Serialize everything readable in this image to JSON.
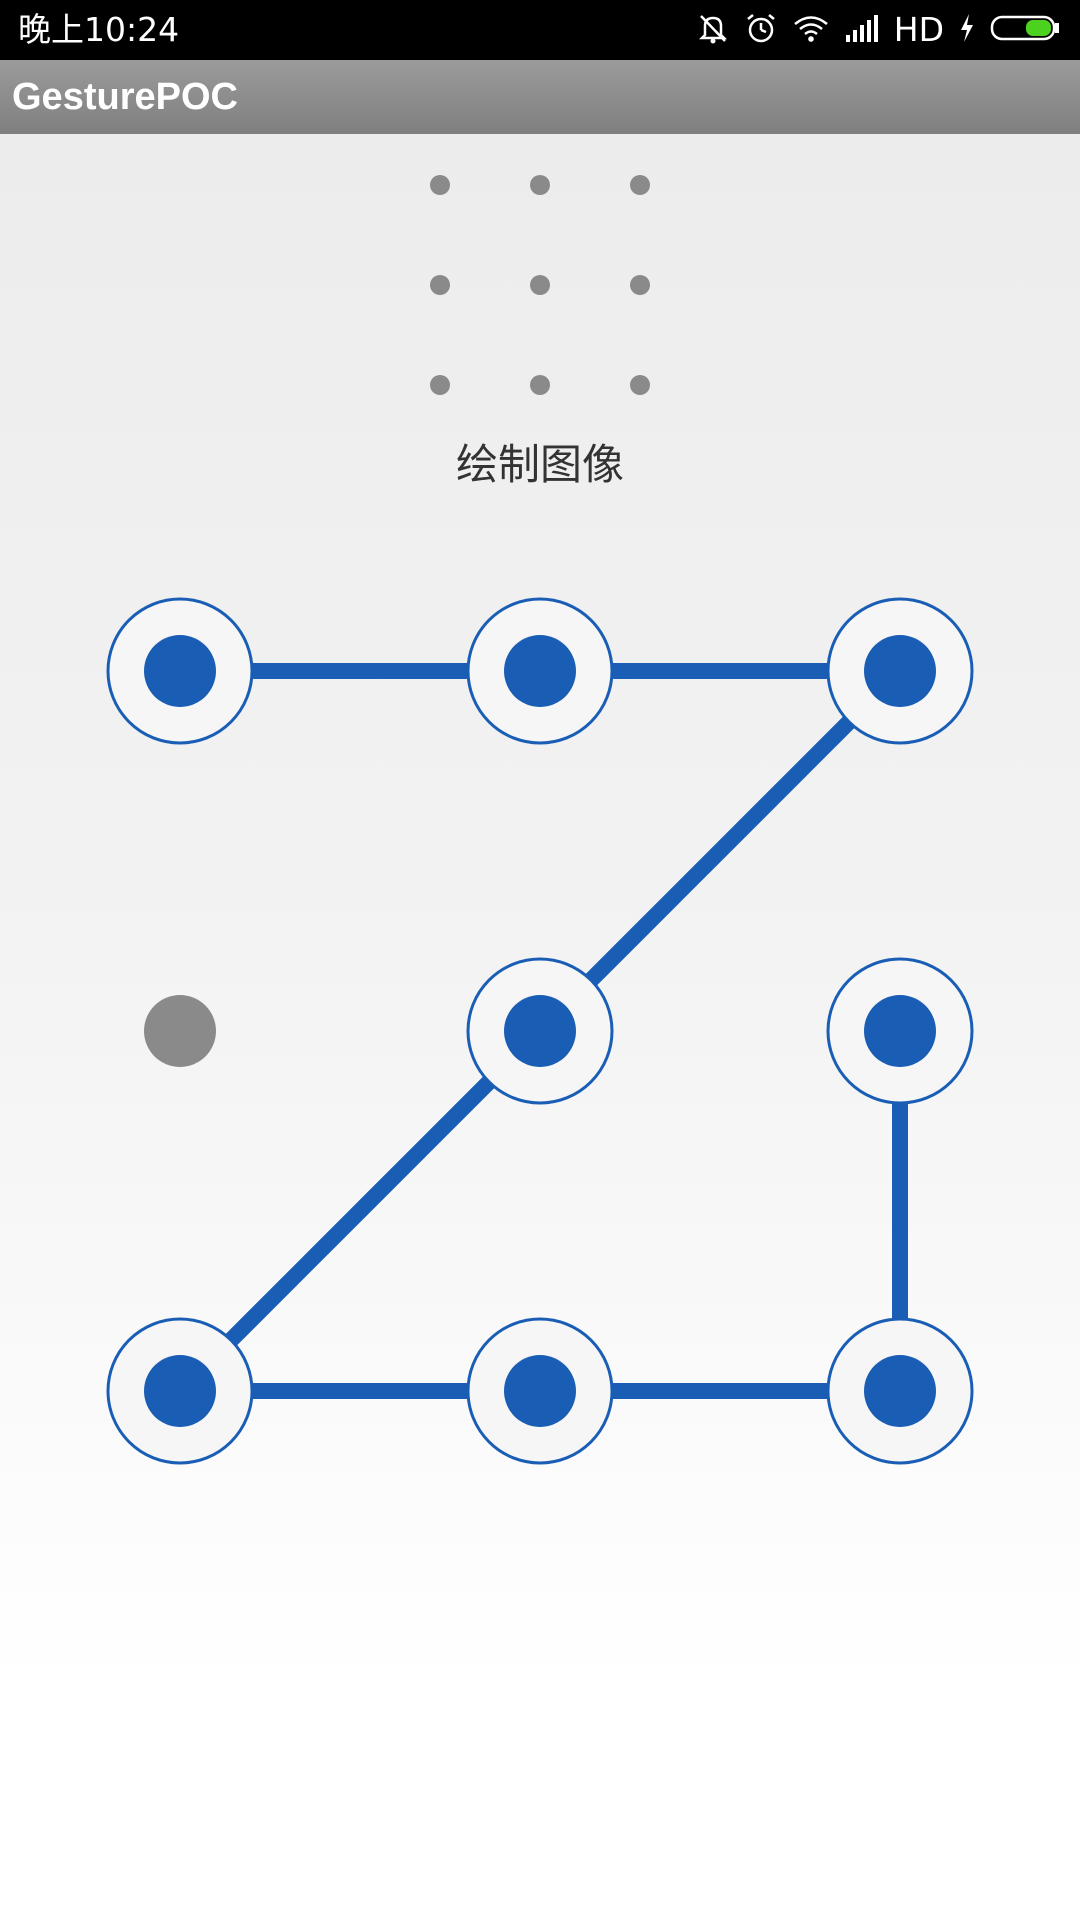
{
  "status_bar": {
    "time": "晚上10:24",
    "network_label": "HD",
    "icons": [
      "notifications-off-icon",
      "alarm-icon",
      "wifi-icon",
      "signal-icon",
      "charging-icon",
      "battery-icon"
    ],
    "battery_color": "#4cd21e"
  },
  "app_bar": {
    "title": "GesturePOC"
  },
  "preview": {
    "rows": 3,
    "cols": 3,
    "dot_color": "#8a8a8a"
  },
  "hint": "绘制图像",
  "lock_pattern": {
    "rows": 3,
    "cols": 3,
    "selected_color": "#1a5db5",
    "unselected_color": "#8a8a8a",
    "nodes": [
      {
        "id": 1,
        "selected": true
      },
      {
        "id": 2,
        "selected": true
      },
      {
        "id": 3,
        "selected": true
      },
      {
        "id": 4,
        "selected": false
      },
      {
        "id": 5,
        "selected": true
      },
      {
        "id": 6,
        "selected": true
      },
      {
        "id": 7,
        "selected": true
      },
      {
        "id": 8,
        "selected": true
      },
      {
        "id": 9,
        "selected": true
      }
    ],
    "path": [
      1,
      2,
      3,
      5,
      7,
      8,
      9,
      6
    ]
  }
}
